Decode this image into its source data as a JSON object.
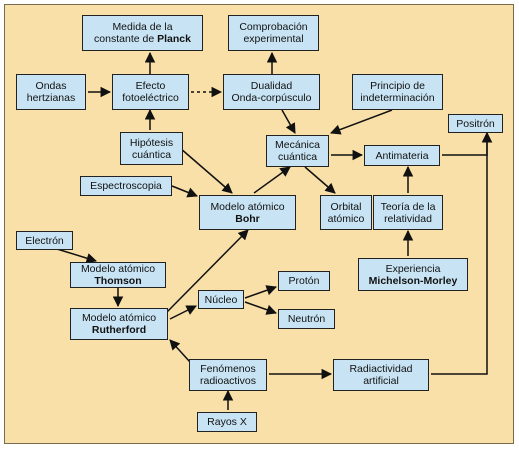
{
  "colors": {
    "background": "#f8e0a8",
    "box_fill": "#c8e4f4",
    "box_border": "#222222",
    "arrow": "#111111"
  },
  "nodes": {
    "planck": {
      "line1": "Medida de la",
      "line2a": "constante de ",
      "line2b": "Planck"
    },
    "comprobacion": {
      "line1": "Comprobación",
      "line2": "experimental"
    },
    "ondas": {
      "line1": "Ondas",
      "line2": "hertzianas"
    },
    "efecto": {
      "line1": "Efecto",
      "line2": "fotoeléctrico"
    },
    "dualidad": {
      "line1": "Dualidad",
      "line2": "Onda-corpúsculo"
    },
    "principio": {
      "line1": "Principio de",
      "line2": "indeterminación"
    },
    "positron": {
      "line1": "Positrón"
    },
    "hipotesis": {
      "line1": "Hipótesis",
      "line2": "cuántica"
    },
    "mecanica": {
      "line1": "Mecánica",
      "line2": "cuántica"
    },
    "antimateria": {
      "line1": "Antimateria"
    },
    "espectroscopia": {
      "line1": "Espectroscopia"
    },
    "bohr": {
      "line1": "Modelo atómico",
      "line2": "Bohr"
    },
    "orbital": {
      "line1": "Orbital",
      "line2": "atómico"
    },
    "relatividad": {
      "line1": "Teoría de la",
      "line2": "relatividad"
    },
    "electron": {
      "line1": "Electrón"
    },
    "thomson": {
      "line1": "Modelo atómico",
      "line2": "Thomson"
    },
    "michelson": {
      "line1": "Experiencia",
      "line2": "Michelson-Morley"
    },
    "proton": {
      "line1": "Protón"
    },
    "nucleo": {
      "line1": "Núcleo"
    },
    "rutherford": {
      "line1": "Modelo atómico",
      "line2": "Rutherford"
    },
    "neutron": {
      "line1": "Neutrón"
    },
    "fenomenos": {
      "line1": "Fenómenos",
      "line2": "radioactivos"
    },
    "radiactividad": {
      "line1": "Radiactividad",
      "line2": "artificial"
    },
    "rayos": {
      "line1": "Rayos X"
    }
  }
}
